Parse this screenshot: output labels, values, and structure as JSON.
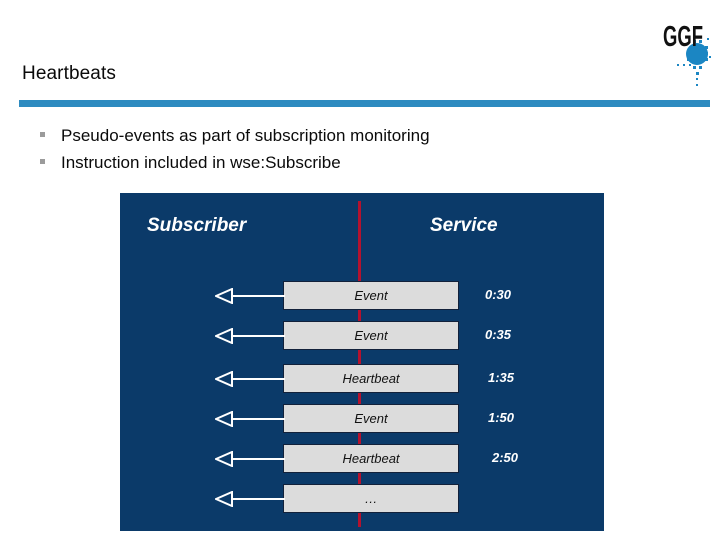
{
  "slide": {
    "title": "Heartbeats",
    "accent_color": "#2e8bc0",
    "bullets": [
      {
        "text": "Pseudo-events as part of subscription monitoring"
      },
      {
        "text": "Instruction included in wse:Subscribe"
      }
    ]
  },
  "logo": {
    "name": "ggf-logo",
    "wordmark": "GGF",
    "mark_color": "#1b86c3",
    "text_color": "#111111"
  },
  "diagram": {
    "type": "sequence",
    "panel_color": "#0b3a69",
    "lifeline_color": "#b4122e",
    "box_fill": "#dcdcdc",
    "box_border": "#12213a",
    "arrow_color": "#ffffff",
    "columns": [
      {
        "label": "Subscriber"
      },
      {
        "label": "Service"
      }
    ],
    "messages": [
      {
        "label": "Event",
        "time": "0:30",
        "direction": "service-to-subscriber"
      },
      {
        "label": "Event",
        "time": "0:35",
        "direction": "service-to-subscriber"
      },
      {
        "label": "Heartbeat",
        "time": "1:35",
        "direction": "service-to-subscriber"
      },
      {
        "label": "Event",
        "time": "1:50",
        "direction": "service-to-subscriber"
      },
      {
        "label": "Heartbeat",
        "time": "2:50",
        "direction": "service-to-subscriber"
      },
      {
        "label": "…",
        "time": "",
        "direction": "service-to-subscriber"
      }
    ]
  }
}
